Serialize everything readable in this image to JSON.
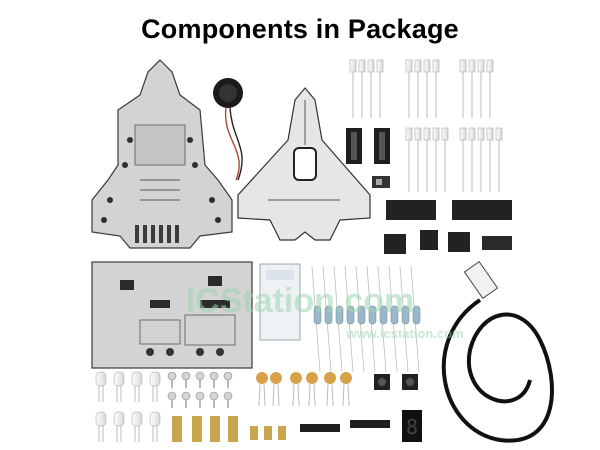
{
  "title": "Components in Package",
  "watermark": {
    "main": "ICStation.com",
    "secondary": "www.icstation.com"
  },
  "colors": {
    "pcb": "#d3d3d3",
    "pcb_outline": "#4a4a4a",
    "chip": "#2a2a2a",
    "resistor_body": "#9bb8c8",
    "cable": "#111111",
    "capacitor": "#d9a04a",
    "led_clear": "#efefef",
    "watermark": "#9fd4b0"
  }
}
